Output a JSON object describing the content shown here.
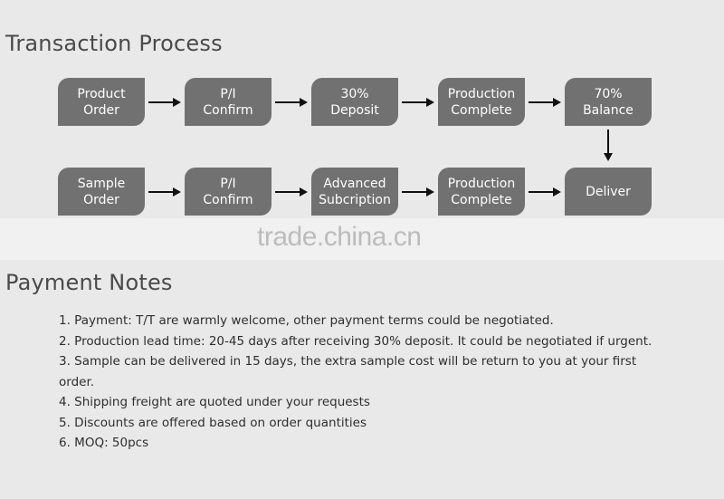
{
  "transaction": {
    "title": "Transaction Process",
    "row1": [
      "Product\nOrder",
      "P/I\nConfirm",
      "30%\nDeposit",
      "Production\nComplete",
      "70%\nBalance"
    ],
    "row2": [
      "Sample\nOrder",
      "P/I\nConfirm",
      "Advanced\nSubcription",
      "Production\nComplete",
      "Deliver"
    ]
  },
  "watermark": "trade.china.cn",
  "payment": {
    "title": "Payment Notes",
    "notes": [
      "1. Payment: T/T are warmly welcome, other payment terms could be negotiated.",
      "2. Production lead time: 20-45 days after receiving 30% deposit. It could be negotiated if urgent.",
      "3. Sample can be delivered in 15 days, the extra sample cost will be return to you at your first order.",
      "4. Shipping freight are quoted under your requests",
      "5. Discounts are offered based on order quantities",
      "6. MOQ: 50pcs"
    ]
  },
  "colors": {
    "box": "#717171",
    "background": "#e9e9e9",
    "arrow": "#111111"
  }
}
